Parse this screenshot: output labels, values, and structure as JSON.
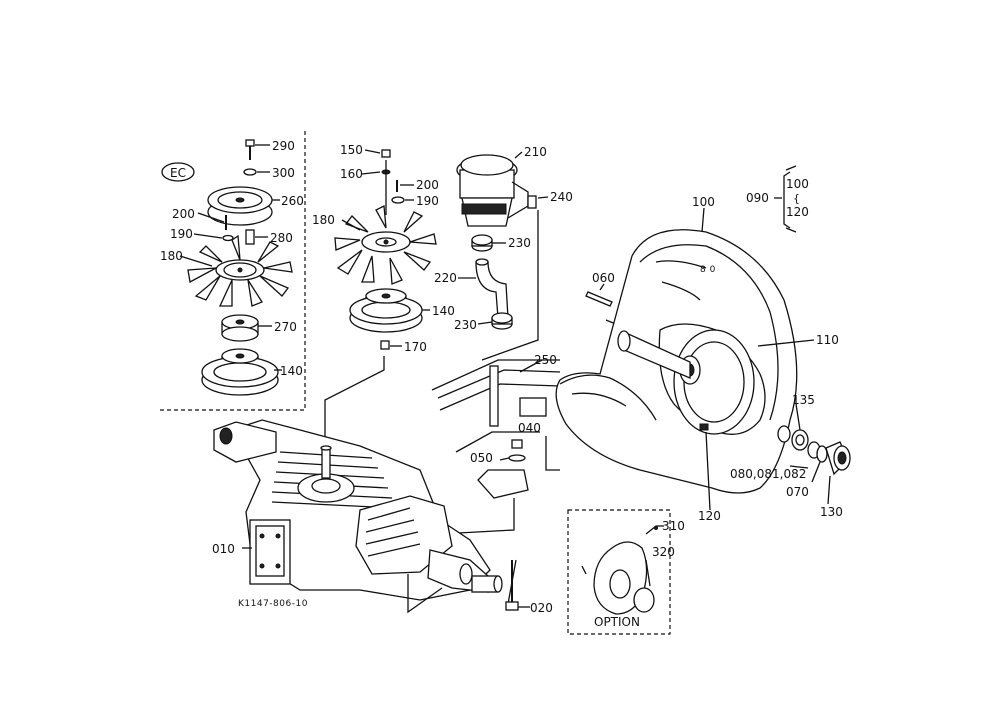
{
  "labels": {
    "l290": "290",
    "l300": "300",
    "l260": "260",
    "l200a": "200",
    "l190a": "190",
    "l280": "280",
    "l180a": "180",
    "l270": "270",
    "l140a": "140",
    "l150": "150",
    "l160": "160",
    "l200b": "200",
    "l190b": "190",
    "l180b": "180",
    "l140b": "140",
    "l170": "170",
    "l210": "210",
    "l240": "240",
    "l230a": "230",
    "l220": "220",
    "l230b": "230",
    "l100": "100",
    "l090": "090",
    "l100b": "100",
    "l120b": "120",
    "l060": "060",
    "l110": "110",
    "l250": "250",
    "l040": "040",
    "l050": "050",
    "l135": "135",
    "l080": "080,081,082",
    "l070": "070",
    "l130": "130",
    "l120": "120",
    "l010": "010",
    "l020": "020",
    "l310": "310",
    "l320": "320",
    "option": "OPTION"
  },
  "ec_badge": "EC",
  "drawing_code": "K1147-806-10",
  "wheel_marking": "8 0"
}
